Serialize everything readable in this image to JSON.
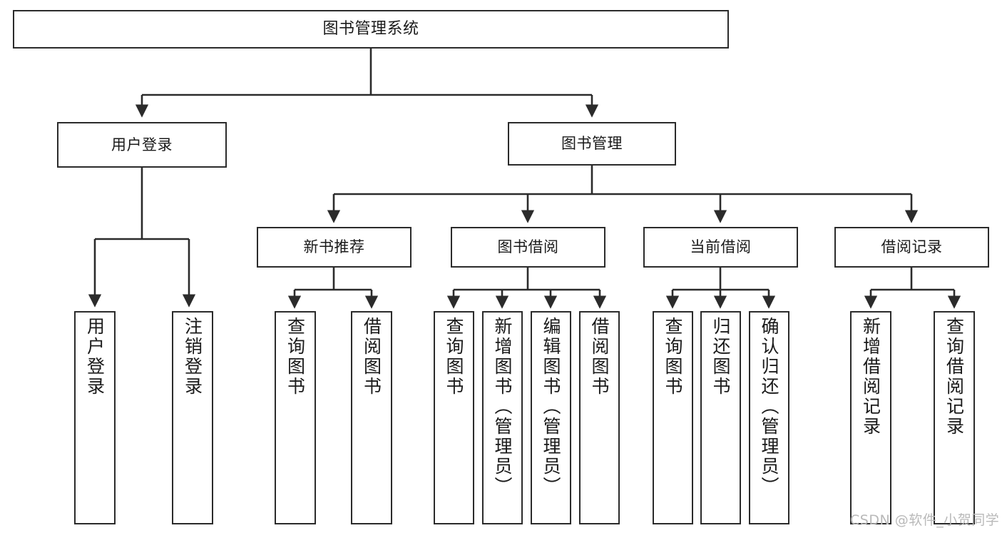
{
  "diagram": {
    "title": "图书管理系统",
    "type": "hierarchy-tree",
    "root": {
      "id": "root",
      "label": "图书管理系统"
    },
    "level2": [
      {
        "id": "user-login",
        "label": "用户登录"
      },
      {
        "id": "book-manage",
        "label": "图书管理"
      }
    ],
    "level3": [
      {
        "id": "new-book-rec",
        "label": "新书推荐",
        "parent": "book-manage"
      },
      {
        "id": "book-borrow",
        "label": "图书借阅",
        "parent": "book-manage"
      },
      {
        "id": "current-borrow",
        "label": "当前借阅",
        "parent": "book-manage"
      },
      {
        "id": "borrow-record",
        "label": "借阅记录",
        "parent": "book-manage"
      }
    ],
    "leaves": [
      {
        "id": "leaf-user-login",
        "label": "用户登录",
        "parent": "user-login"
      },
      {
        "id": "leaf-logout",
        "label": "注销登录",
        "parent": "user-login"
      },
      {
        "id": "leaf-query-book-1",
        "label": "查询图书",
        "parent": "new-book-rec"
      },
      {
        "id": "leaf-borrow-book-1",
        "label": "借阅图书",
        "parent": "new-book-rec"
      },
      {
        "id": "leaf-query-book-2",
        "label": "查询图书",
        "parent": "book-borrow"
      },
      {
        "id": "leaf-add-book",
        "label": "新增图书（管理员）",
        "parent": "book-borrow"
      },
      {
        "id": "leaf-edit-book",
        "label": "编辑图书（管理员）",
        "parent": "book-borrow"
      },
      {
        "id": "leaf-borrow-book-2",
        "label": "借阅图书",
        "parent": "book-borrow"
      },
      {
        "id": "leaf-query-book-3",
        "label": "查询图书",
        "parent": "current-borrow"
      },
      {
        "id": "leaf-return-book",
        "label": "归还图书",
        "parent": "current-borrow"
      },
      {
        "id": "leaf-confirm-return",
        "label": "确认归还（管理员）",
        "parent": "current-borrow"
      },
      {
        "id": "leaf-add-record",
        "label": "新增借阅记录",
        "parent": "borrow-record"
      },
      {
        "id": "leaf-query-record",
        "label": "查询借阅记录",
        "parent": "borrow-record"
      }
    ]
  },
  "watermark": {
    "text": "CSDN @软件_小贺同学"
  },
  "colors": {
    "stroke": "#2b2b2b",
    "box_fill": "#ffffff",
    "text": "#1a1a1a",
    "watermark": "#b9b9b9",
    "background": "#ffffff"
  }
}
